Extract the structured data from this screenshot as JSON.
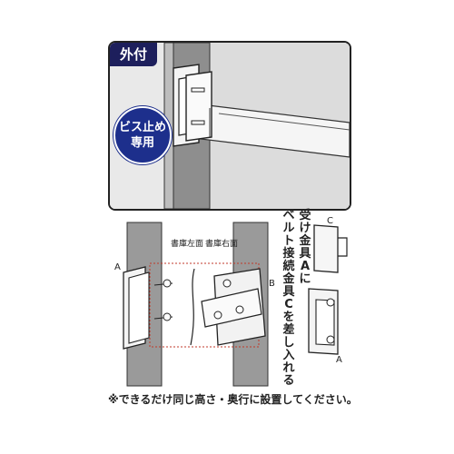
{
  "top_panel": {
    "tag": "外付",
    "badge_line1": "ビス止め",
    "badge_line2": "専用"
  },
  "labels": {
    "left_shelf": "書庫左面",
    "right_shelf": "書庫右面",
    "a_left": "A",
    "b": "B",
    "c": "C",
    "a_right": "A"
  },
  "instruction": {
    "col1": "受け金具Aに",
    "col2": "ベルト接続金具Cを差し入れる"
  },
  "footnote": "※できるだけ同じ高さ・奥行に設置してください。"
}
